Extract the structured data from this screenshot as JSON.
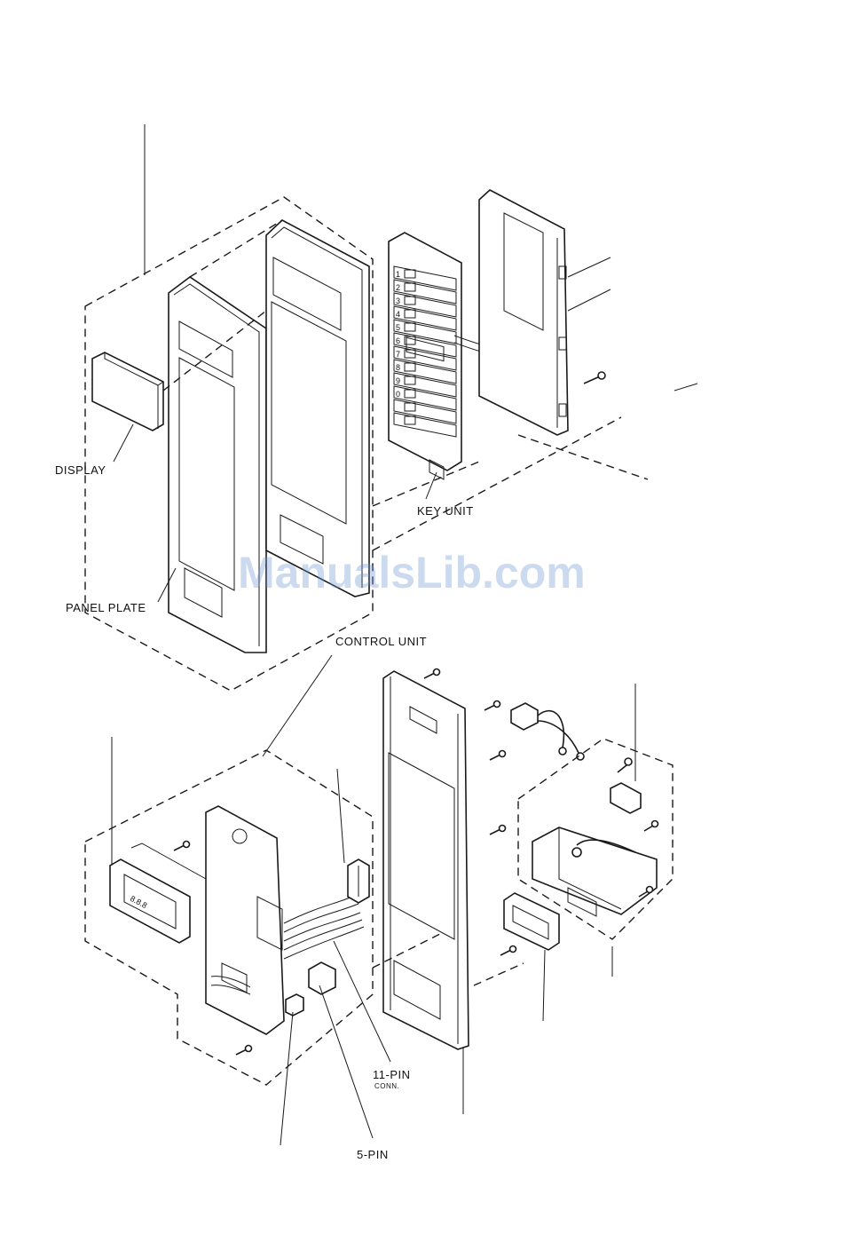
{
  "labels": {
    "display": "DISPLAY",
    "key_unit": "KEY UNIT",
    "panel_plate": "PANEL PLATE",
    "control_unit": "CONTROL UNIT",
    "eleven_pin": "11-PIN",
    "eleven_pin_cut": "CONN.",
    "five_pin": "5-PIN"
  },
  "watermark": "ManualsLib.com",
  "key_numbers": [
    "1",
    "2",
    "3",
    "4",
    "5",
    "6",
    "7",
    "8",
    "9",
    "0"
  ]
}
